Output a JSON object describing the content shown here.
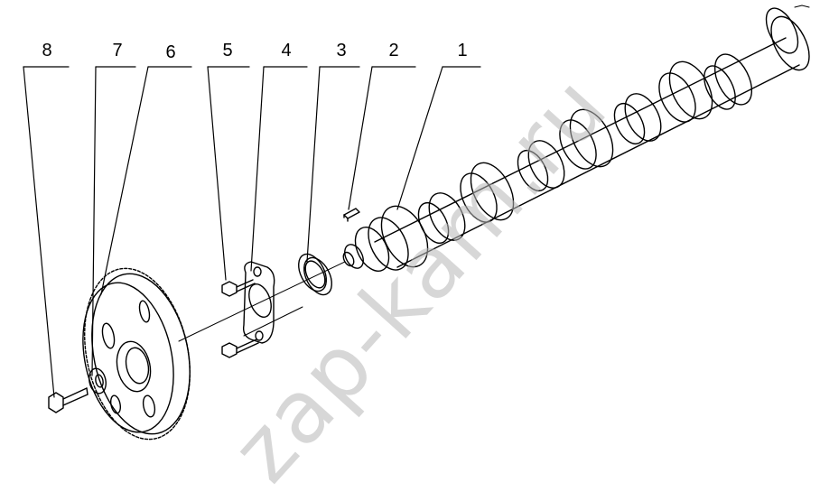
{
  "callouts": {
    "c1": "1",
    "c2": "2",
    "c3": "3",
    "c4": "4",
    "c5": "5",
    "c6": "6",
    "c7": "7",
    "c8": "8"
  },
  "watermark": "zap-kam.ru",
  "colors": {
    "line": "#000000",
    "background": "#ffffff",
    "watermark": "#b8b8b8"
  }
}
